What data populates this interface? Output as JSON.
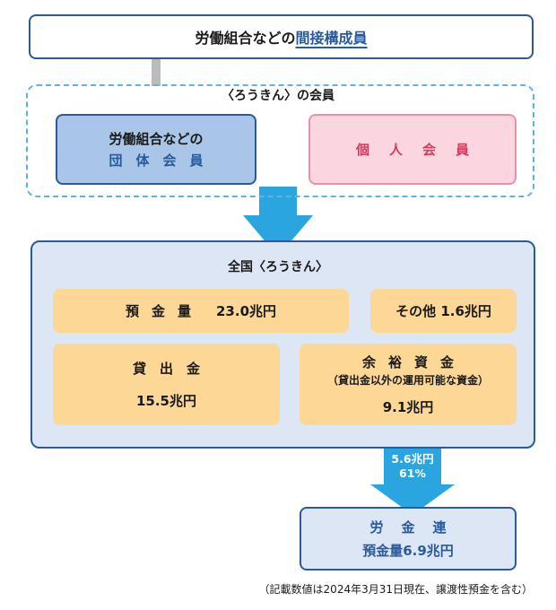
{
  "top_box": {
    "text": "労働組合などの",
    "emphasis": "間接構成員"
  },
  "members_section": {
    "title": "〈ろうきん〉の会員",
    "group_member": {
      "line1": "労働組合などの",
      "line2": "団体会員"
    },
    "individual_member": "個人会員"
  },
  "national": {
    "title": "全国〈ろうきん〉",
    "deposits": {
      "label": "預金量",
      "value": "23.0兆円"
    },
    "other": {
      "label": "その他",
      "value": "1.6兆円"
    },
    "loans": {
      "label": "貸出金",
      "value": "15.5兆円"
    },
    "surplus": {
      "label": "余裕資金",
      "note": "（貸出金以外の運用可能な資金）",
      "value": "9.1兆円"
    }
  },
  "flow_arrow": {
    "amount": "5.6兆円",
    "percent": "61%"
  },
  "rokin_federation": {
    "label": "労金連",
    "value": "預金量6.9兆円"
  },
  "footnote": "（記載数値は2024年3月31日現在、譲渡性預金を含む）",
  "colors": {
    "primary_blue": "#2a5a9a",
    "light_blue_fill": "#a9c5e8",
    "panel_fill": "#dde6f5",
    "arrow_blue": "#2aa5e0",
    "orange_fill": "#fdd795",
    "pink_fill": "#fbd6e0",
    "pink_text": "#d23c5c",
    "dashed_border": "#5fb3e0"
  }
}
